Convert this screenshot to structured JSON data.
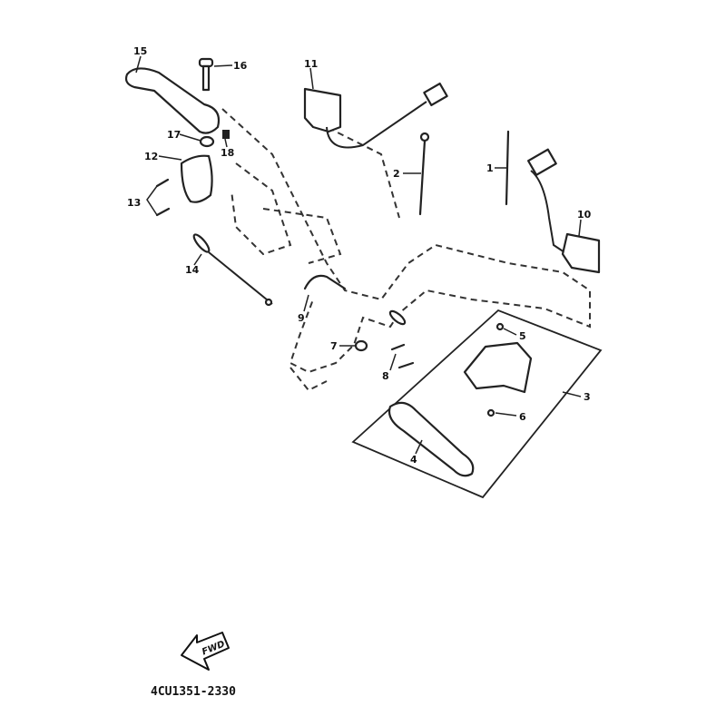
{
  "diagram": {
    "part_labels": {
      "p1": "1",
      "p2": "2",
      "p3": "3",
      "p4": "4",
      "p5": "5",
      "p6": "6",
      "p7": "7",
      "p8": "8",
      "p9": "9",
      "p10": "10",
      "p11": "11",
      "p12": "12",
      "p13": "13",
      "p14": "14",
      "p15": "15",
      "p16": "16",
      "p17": "17",
      "p18": "18"
    },
    "direction_arrow": "FWD",
    "drawing_code": "4CU1351-2330"
  }
}
